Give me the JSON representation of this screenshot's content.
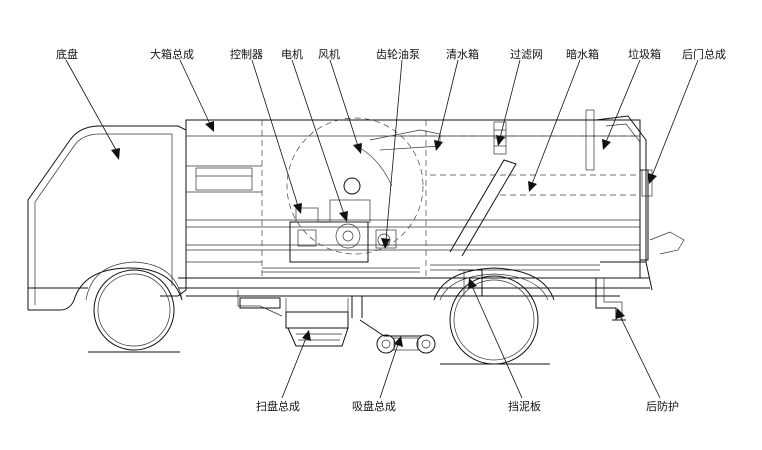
{
  "labels": {
    "chassis": "底盘",
    "main_box": "大箱总成",
    "controller": "控制器",
    "motor": "电机",
    "fan": "风机",
    "gear_pump": "齿轮油泵",
    "clean_water_tank": "清水箱",
    "filter": "过滤网",
    "dark_water_tank": "暗水箱",
    "garbage_box": "垃圾箱",
    "rear_door": "后门总成",
    "sweep_disc": "扫盘总成",
    "suction_nozzle": "吸盘总成",
    "mudguard": "挡泥板",
    "rear_guard": "后防护"
  }
}
